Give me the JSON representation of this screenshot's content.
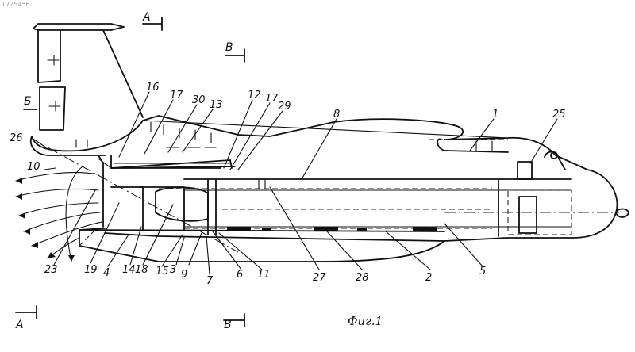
{
  "figure": {
    "caption": "Фиг.1",
    "stamp": "1725456"
  },
  "section_marks": {
    "a_top": "A",
    "a_bottom": "A",
    "b_top": "B",
    "b_bottom": "B",
    "b_side": "Б"
  },
  "labels": {
    "n1": "1",
    "n2": "2",
    "n3": "3",
    "n4": "4",
    "n5": "5",
    "n6": "6",
    "n7": "7",
    "n8": "8",
    "n9": "9",
    "n10": "10",
    "n11": "11",
    "n12": "12",
    "n13": "13",
    "n14": "14",
    "n15": "15",
    "n16": "16",
    "n17a": "17",
    "n17b": "17",
    "n18": "18",
    "n19": "19",
    "n23": "23",
    "n25": "25",
    "n26": "26",
    "n27": "27",
    "n28": "28",
    "n29": "29",
    "n30": "30"
  }
}
